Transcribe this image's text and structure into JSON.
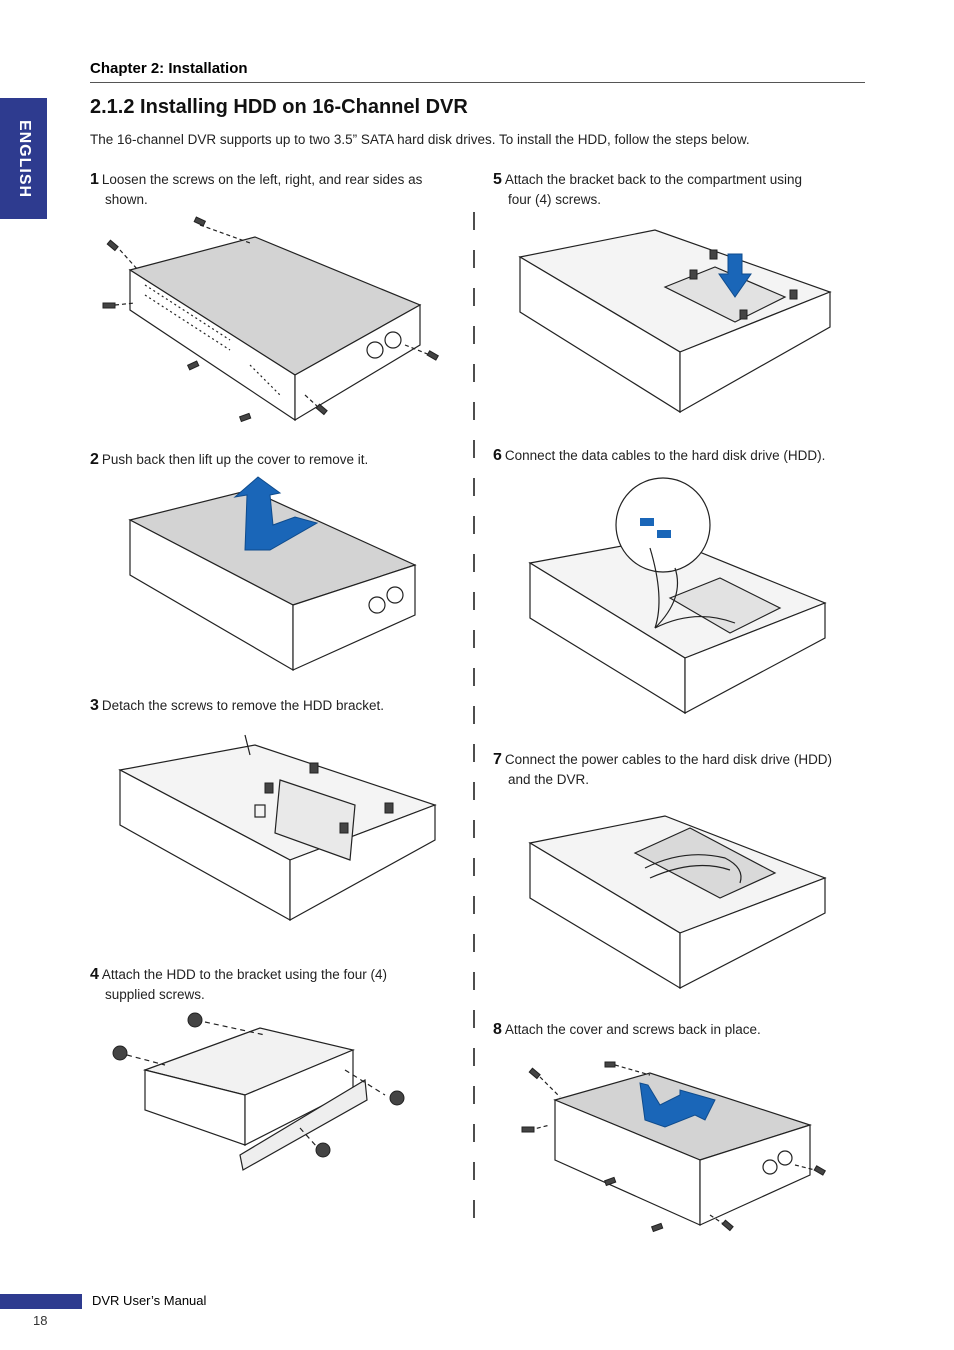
{
  "header": {
    "chapter": "Chapter 2: Installation",
    "language_tab": "ENGLISH"
  },
  "section": {
    "title": "2.1.2 Installing HDD on 16-Channel DVR",
    "intro": "The 16-channel DVR supports up to two 3.5” SATA hard disk drives. To install the HDD, follow the steps below."
  },
  "steps": [
    {
      "num": "1",
      "line1": "Loosen the screws on the left, right, and rear sides as",
      "line2": "shown."
    },
    {
      "num": "2",
      "line1": "Push back then lift up the cover to remove it.",
      "line2": ""
    },
    {
      "num": "3",
      "line1": "Detach the screws to remove the HDD bracket.",
      "line2": ""
    },
    {
      "num": "4",
      "line1": "Attach the HDD to the bracket using the four (4)",
      "line2": "supplied screws."
    },
    {
      "num": "5",
      "line1": "Attach the bracket back to the compartment using",
      "line2": "four (4) screws."
    },
    {
      "num": "6",
      "line1": "Connect the data cables to the hard disk drive (HDD).",
      "line2": ""
    },
    {
      "num": "7",
      "line1": "Connect the power cables to the hard disk drive (HDD)",
      "line2": "and the DVR."
    },
    {
      "num": "8",
      "line1": "Attach the cover and screws back in place.",
      "line2": ""
    }
  ],
  "footer": {
    "manual": "DVR User’s Manual",
    "page": "18"
  },
  "colors": {
    "accent": "#2e3b8f",
    "arrow": "#1a66b8",
    "cover": "#d3d3d3"
  }
}
